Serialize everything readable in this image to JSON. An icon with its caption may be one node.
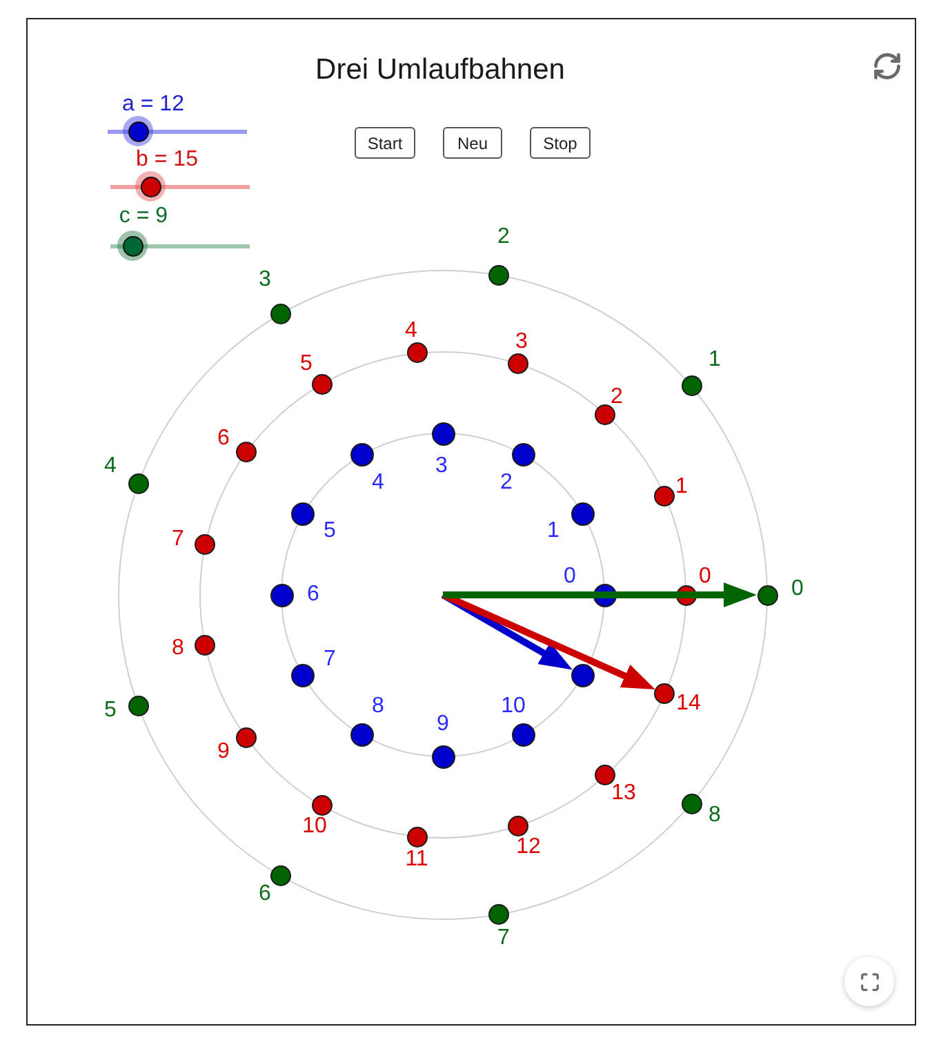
{
  "diagram": {
    "title": "Drei Umlaufbahnen",
    "nodes": [
      {
        "text": [],
        "shape": "circle",
        "beside": [
          "0"
        ]
      },
      {
        "text": [],
        "shape": "circle",
        "beside": [
          "1"
        ]
      },
      {
        "text": [],
        "shape": "circle",
        "beside": [
          "2"
        ]
      },
      {
        "text": [],
        "shape": "circle",
        "beside": [
          "3"
        ]
      },
      {
        "text": [],
        "shape": "circle",
        "beside": [
          "4"
        ]
      },
      {
        "text": [],
        "shape": "circle",
        "beside": [
          "5"
        ]
      },
      {
        "text": [],
        "shape": "circle",
        "beside": [
          "6"
        ]
      },
      {
        "text": [],
        "shape": "circle",
        "beside": [
          "7"
        ]
      },
      {
        "text": [],
        "shape": "circle",
        "beside": [
          "8"
        ]
      },
      {
        "text": [],
        "shape": "circle",
        "beside": [
          "9"
        ]
      },
      {
        "text": [],
        "shape": "circle",
        "beside": [
          "10"
        ]
      },
      {
        "text": [],
        "shape": "circle"
      },
      {
        "text": [],
        "shape": "circle",
        "beside": [
          "0"
        ]
      },
      {
        "text": [],
        "shape": "circle",
        "beside": [
          "1"
        ]
      },
      {
        "text": [],
        "shape": "circle",
        "beside": [
          "2"
        ]
      },
      {
        "text": [],
        "shape": "circle",
        "beside": [
          "3"
        ]
      },
      {
        "text": [],
        "shape": "circle",
        "beside": [
          "4"
        ]
      },
      {
        "text": [],
        "shape": "circle",
        "beside": [
          "5"
        ]
      },
      {
        "text": [],
        "shape": "circle",
        "beside": [
          "6"
        ]
      },
      {
        "text": [],
        "shape": "circle",
        "beside": [
          "7"
        ]
      },
      {
        "text": [],
        "shape": "circle",
        "beside": [
          "8"
        ]
      },
      {
        "text": [],
        "shape": "circle",
        "beside": [
          "9"
        ]
      },
      {
        "text": [],
        "shape": "circle",
        "beside": [
          "10"
        ]
      },
      {
        "text": [],
        "shape": "circle",
        "beside": [
          "11"
        ]
      },
      {
        "text": [],
        "shape": "circle",
        "beside": [
          "12"
        ]
      },
      {
        "text": [],
        "shape": "circle",
        "beside": [
          "13"
        ]
      },
      {
        "text": [],
        "shape": "circle",
        "beside": [
          "14"
        ]
      },
      {
        "text": [],
        "shape": "circle",
        "beside": [
          "0"
        ]
      },
      {
        "text": [],
        "shape": "circle",
        "beside": [
          "1"
        ]
      },
      {
        "text": [],
        "shape": "circle",
        "beside": [
          "2"
        ]
      },
      {
        "text": [],
        "shape": "circle",
        "beside": [
          "3"
        ]
      },
      {
        "text": [],
        "shape": "circle",
        "beside": [
          "4"
        ]
      },
      {
        "text": [],
        "shape": "circle",
        "beside": [
          "5"
        ]
      },
      {
        "text": [],
        "shape": "circle",
        "beside": [
          "6"
        ]
      },
      {
        "text": [],
        "shape": "circle",
        "beside": [
          "7"
        ]
      },
      {
        "text": [],
        "shape": "circle",
        "beside": [
          "8"
        ]
      }
    ],
    "edges": [
      {
        "from": null,
        "to": 11,
        "arrow": "to",
        "color": "#0000cc"
      },
      {
        "from": null,
        "to": 26,
        "arrow": "to",
        "color": "#cc0000"
      },
      {
        "from": null,
        "to": 27,
        "arrow": "to",
        "color": "#006400"
      }
    ],
    "labels": [
      "a = 12",
      "b = 15",
      "c = 9",
      "Start",
      "Neu",
      "Stop"
    ]
  }
}
